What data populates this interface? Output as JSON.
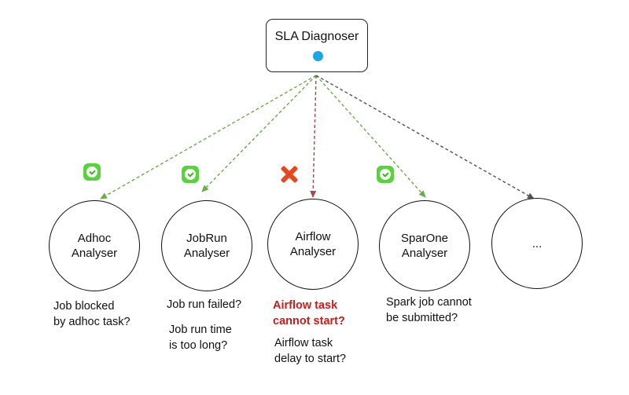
{
  "root": {
    "label": "SLA Diagnoser"
  },
  "edge_colors": {
    "green": "#6aab4e",
    "red": "#a94848",
    "gray": "#555555"
  },
  "analysers": [
    {
      "id": "adhoc",
      "label": "Adhoc\nAnalyser",
      "status": "ok",
      "edge": "green",
      "descriptions": [
        {
          "text": "Job blocked\nby adhoc task?",
          "highlight": false
        }
      ]
    },
    {
      "id": "jobrun",
      "label": "JobRun\nAnalyser",
      "status": "ok",
      "edge": "green",
      "descriptions": [
        {
          "text": "Job run failed?",
          "highlight": false
        },
        {
          "text": "Job run time\nis too long?",
          "highlight": false
        }
      ]
    },
    {
      "id": "airflow",
      "label": "Airflow\nAnalyser",
      "status": "fail",
      "edge": "red",
      "descriptions": [
        {
          "text": "Airflow task\ncannot start?",
          "highlight": true
        },
        {
          "text": "Airflow task\ndelay to start?",
          "highlight": false
        }
      ]
    },
    {
      "id": "sparone",
      "label": "SparOne\nAnalyser",
      "status": "ok",
      "edge": "green",
      "descriptions": [
        {
          "text": "Spark job cannot\nbe submitted?",
          "highlight": false
        }
      ]
    },
    {
      "id": "more",
      "label": "...",
      "status": "none",
      "edge": "gray",
      "descriptions": []
    }
  ]
}
